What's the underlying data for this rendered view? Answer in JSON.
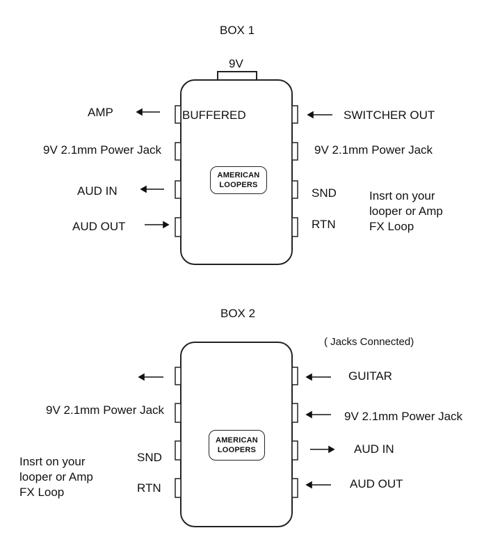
{
  "box1": {
    "title": "BOX 1",
    "top_label": "9V",
    "logo": "AMERICAN\nLOOPERS",
    "left_labels": [
      "AMP",
      "9V 2.1mm Power Jack",
      "AUD IN",
      "AUD OUT"
    ],
    "inside_label": "BUFFERED",
    "right_labels": [
      "SWITCHER OUT",
      "9V 2.1mm Power Jack",
      "SND",
      "RTN"
    ],
    "note": "Insrt on your\nlooper or Amp\nFX Loop"
  },
  "box2": {
    "title": "BOX 2",
    "connected_note": "( Jacks Connected)",
    "logo": "AMERICAN\nLOOPERS",
    "left_labels": [
      "9V 2.1mm Power Jack",
      "SND",
      "RTN"
    ],
    "right_labels": [
      "GUITAR",
      "9V 2.1mm Power Jack",
      "AUD IN",
      "AUD OUT"
    ],
    "note": "Insrt on your\nlooper or Amp\nFX Loop"
  }
}
